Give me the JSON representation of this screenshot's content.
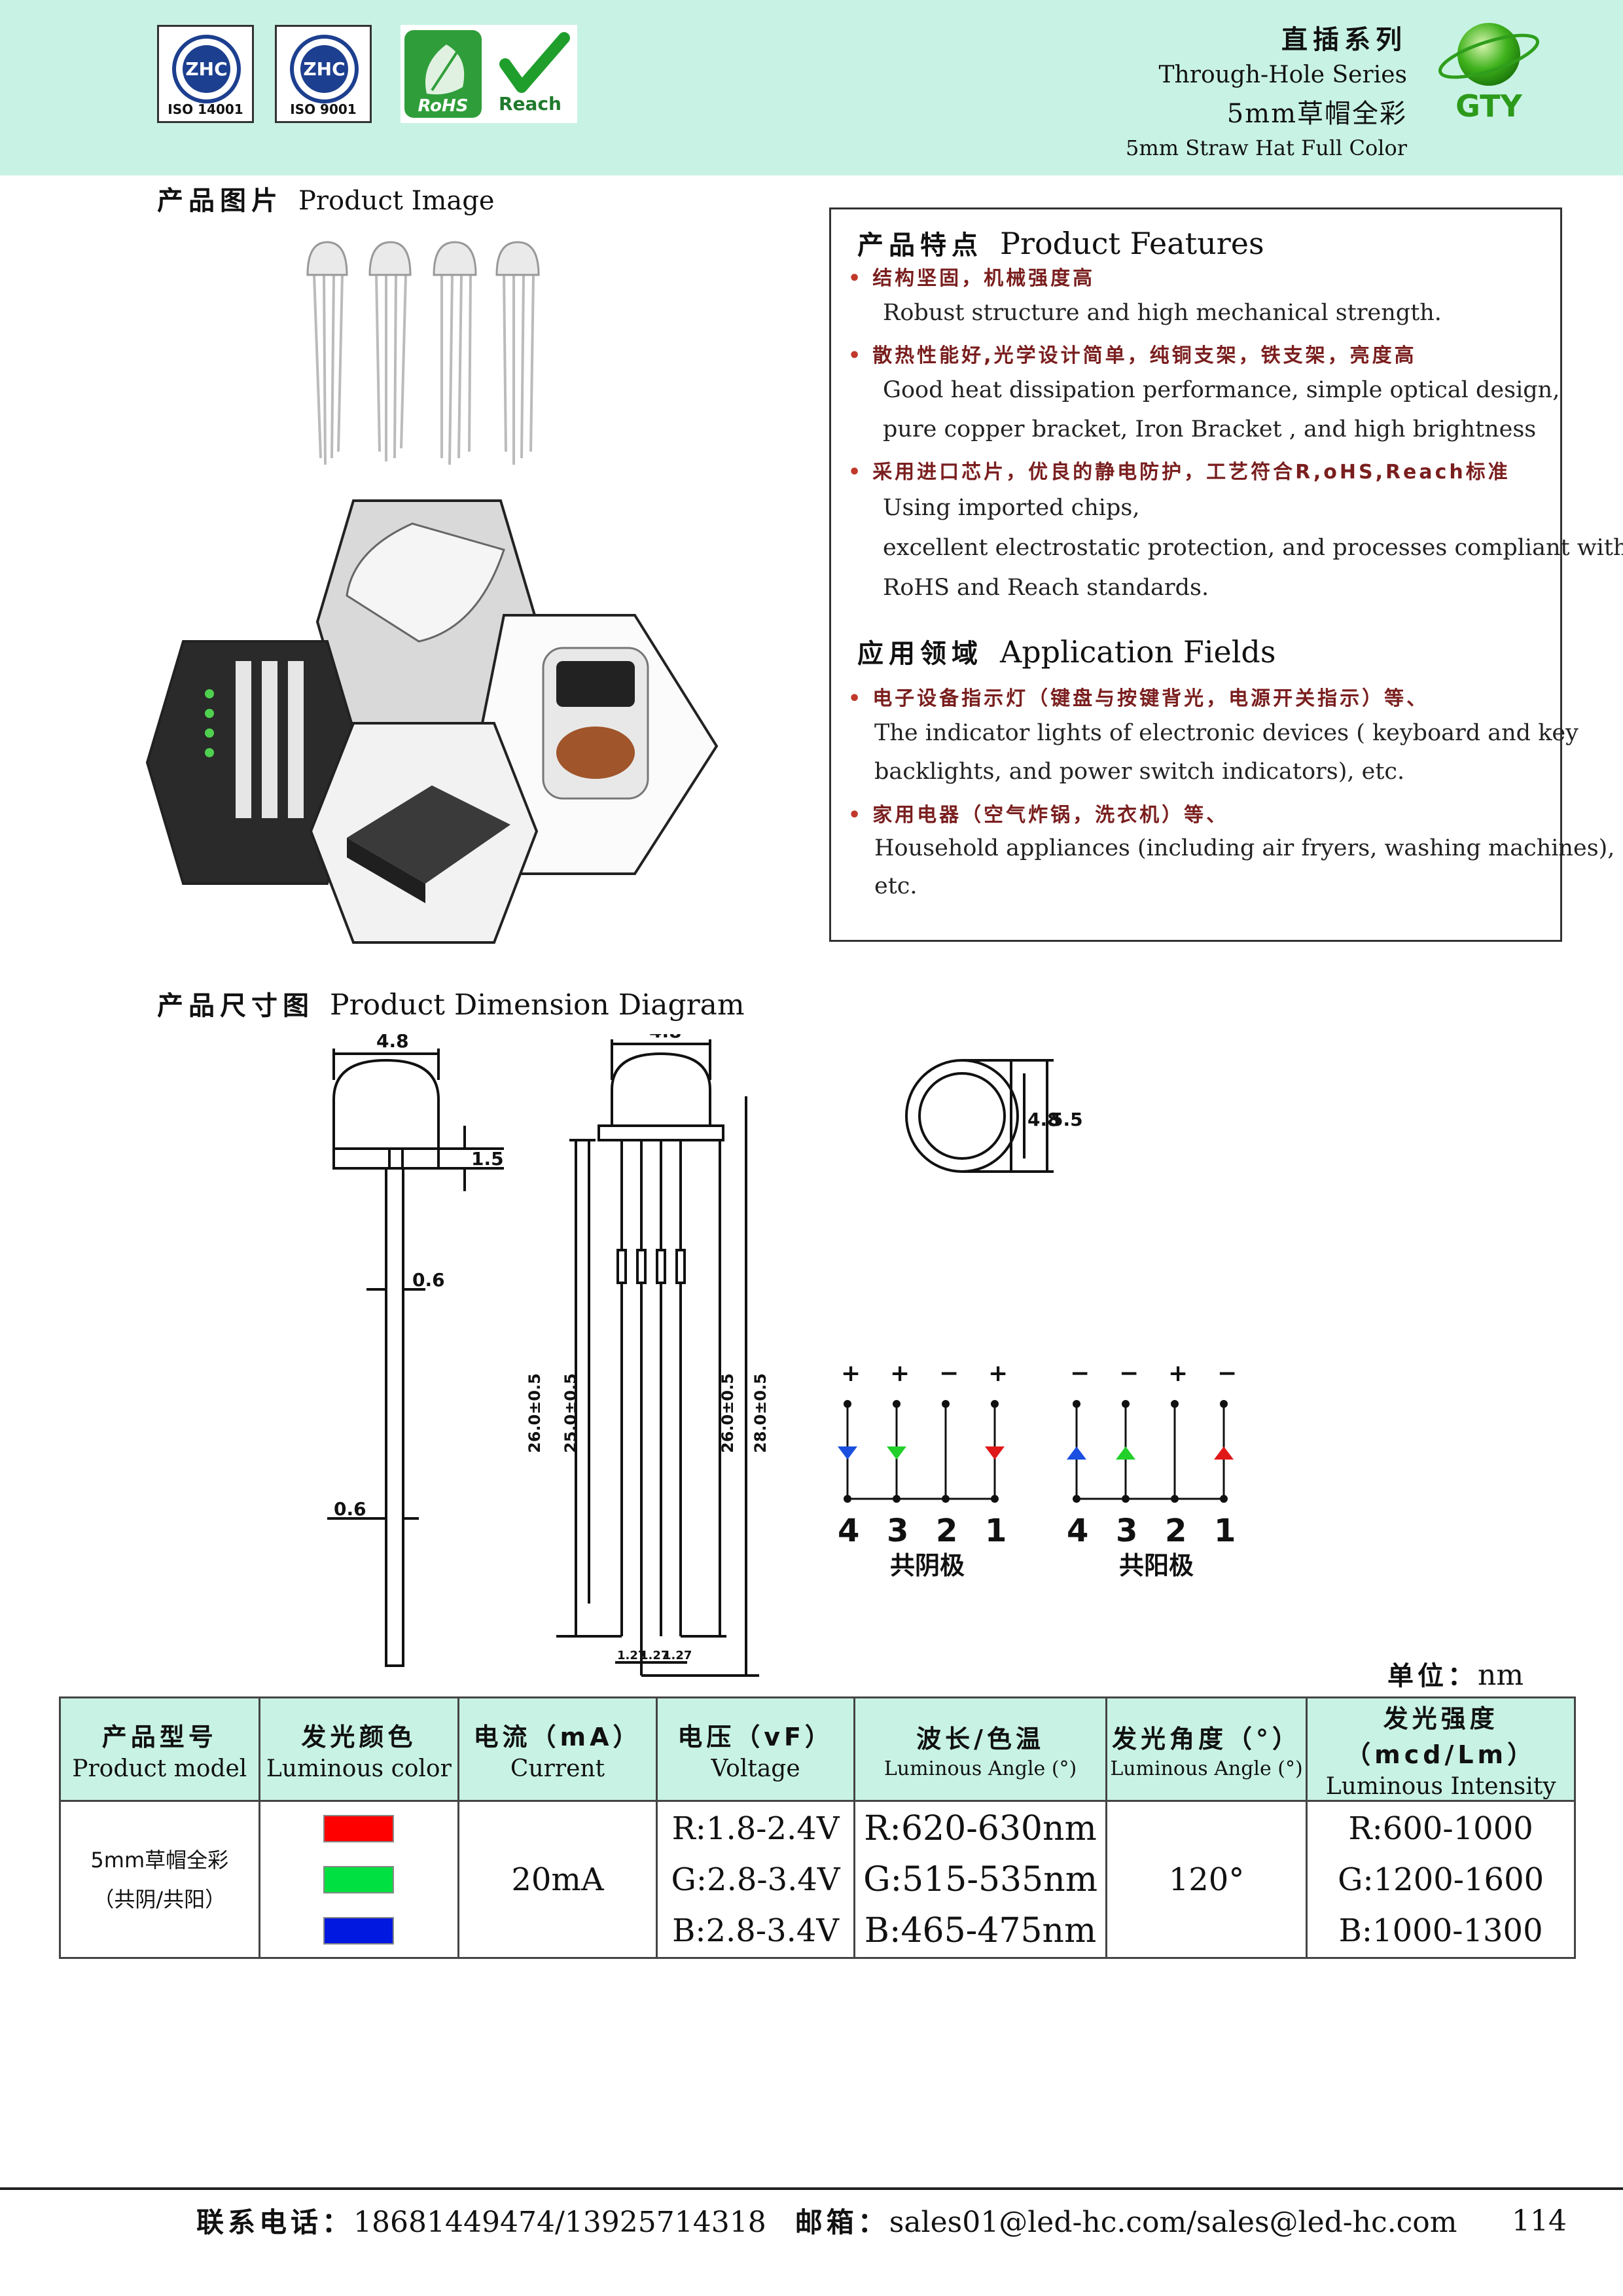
{
  "header": {
    "certs": [
      {
        "logo_text": "ZHC",
        "caption": "ISO 14001"
      },
      {
        "logo_text": "ZHC",
        "caption": "ISO 9001"
      }
    ],
    "rohs_label": "RoHS",
    "reach_label": "Reach",
    "series_cn": "直插系列",
    "series_en": "Through-Hole Series",
    "product_cn": "5mm草帽全彩",
    "product_en": "5mm Straw Hat Full Color",
    "brand": "GTY"
  },
  "product_image": {
    "title_cn": "产品图片",
    "title_en": "Product Image"
  },
  "features": {
    "title_cn": "产品特点",
    "title_en": "Product Features",
    "items": [
      {
        "cn": "结构坚固，机械强度高",
        "en": [
          "Robust structure and high mechanical strength."
        ]
      },
      {
        "cn": "散热性能好,光学设计简单，纯铜支架，铁支架，亮度高",
        "en": [
          "Good heat dissipation performance, simple optical design,",
          "pure copper bracket, Iron Bracket , and high brightness"
        ]
      },
      {
        "cn": "采用进口芯片，优良的静电防护，工艺符合R,oHS,Reach标准",
        "en": [
          "Using imported chips,",
          "excellent electrostatic protection, and processes compliant with",
          "RoHS and Reach standards."
        ]
      }
    ]
  },
  "applications": {
    "title_cn": "应用领域",
    "title_en": "Application Fields",
    "items": [
      {
        "cn": "电子设备指示灯（键盘与按键背光，电源开关指示）等、",
        "en": [
          "The indicator lights of electronic devices ( keyboard and key",
          "backlights, and power switch indicators), etc."
        ]
      },
      {
        "cn": "家用电器（空气炸锅，洗衣机）等、",
        "en": [
          "Household appliances (including air fryers, washing machines),",
          "etc."
        ]
      }
    ]
  },
  "dimension": {
    "title_cn": "产品尺寸图",
    "title_en": "Product Dimension Diagram",
    "labels": {
      "d48": "4.8",
      "d15": "1.5",
      "d06": "0.6",
      "d55": "5.5",
      "d260": "26.0±0.5",
      "d250": "25.0±0.5",
      "d280": "28.0±0.5",
      "d127": "1.27"
    },
    "common_cathode": {
      "label": "共阴极",
      "signs": [
        "+",
        "+",
        "−",
        "+"
      ],
      "pins": [
        "4",
        "3",
        "2",
        "1"
      ]
    },
    "common_anode": {
      "label": "共阳极",
      "signs": [
        "−",
        "−",
        "+",
        "−"
      ],
      "pins": [
        "4",
        "3",
        "2",
        "1"
      ]
    }
  },
  "unit": {
    "label_cn": "单位：",
    "value": "nm"
  },
  "table": {
    "headers": [
      {
        "cn": "产品型号",
        "en": "Product model"
      },
      {
        "cn": "发光颜色",
        "en": "Luminous color"
      },
      {
        "cn": "电流（mA）",
        "en": "Current"
      },
      {
        "cn": "电压（vF）",
        "en": "Voltage"
      },
      {
        "cn": "波长/色温",
        "en": "Luminous Angle (°)"
      },
      {
        "cn": "发光角度（°）",
        "en": "Luminous Angle (°)"
      },
      {
        "cn": "发光强度（mcd/Lm）",
        "en": "Luminous Intensity"
      }
    ],
    "row": {
      "model_line1": "5mm草帽全彩",
      "model_line2": "（共阴/共阳）",
      "colors": [
        "#ff0000",
        "#00e040",
        "#0018e0"
      ],
      "current": "20mA",
      "voltage": [
        "R:1.8-2.4V",
        "G:2.8-3.4V",
        "B:2.8-3.4V"
      ],
      "wavelength": [
        "R:620-630nm",
        "G:515-535nm",
        "B:465-475nm"
      ],
      "angle": "120°",
      "intensity": [
        "R:600-1000",
        "G:1200-1600",
        "B:1000-1300"
      ]
    }
  },
  "footer": {
    "phone_label": "联系电话：",
    "phone": "18681449474/13925714318",
    "email_label": "邮箱：",
    "email": "sales01@led-hc.com/sales@led-hc.com",
    "page": "114"
  }
}
